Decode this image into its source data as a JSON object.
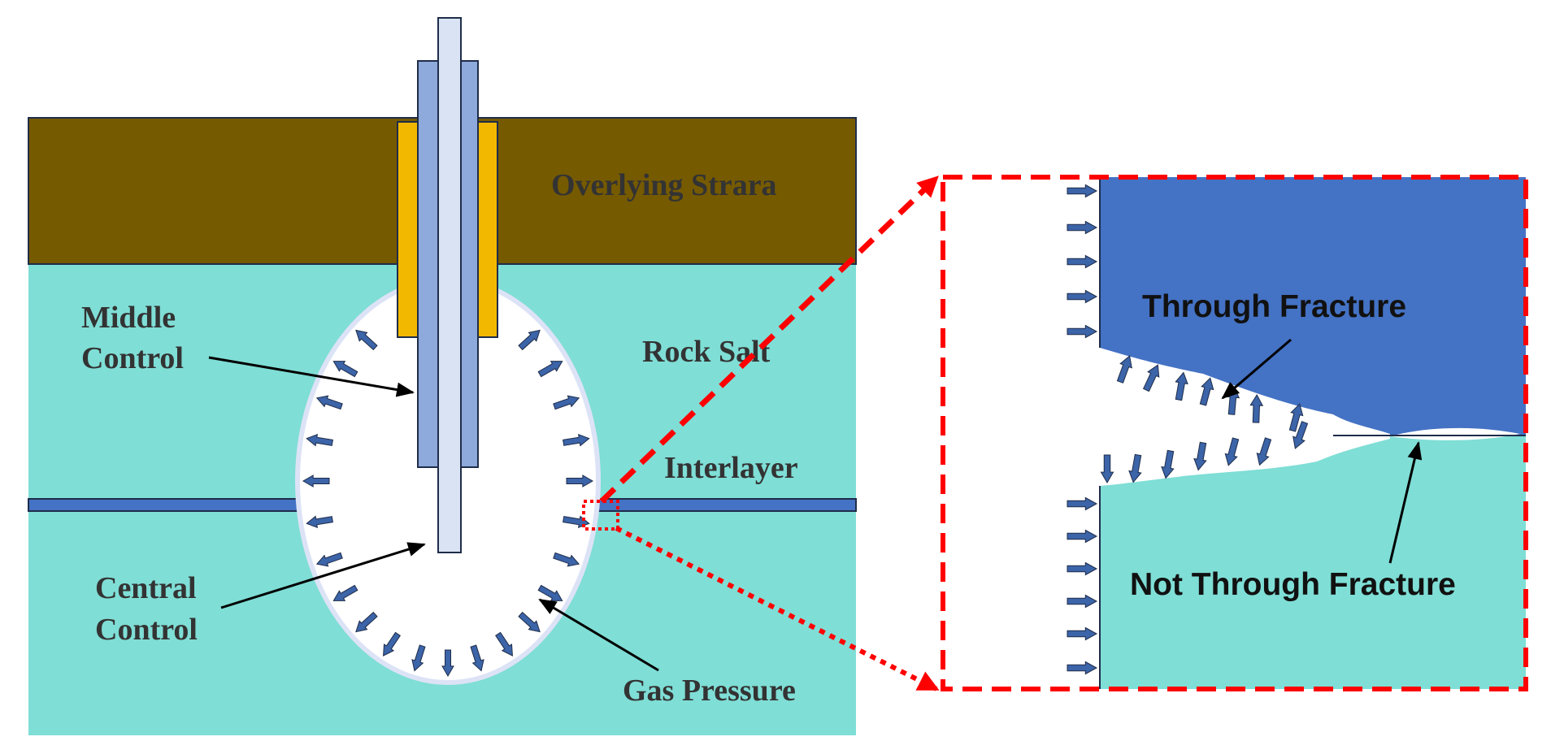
{
  "labels": {
    "overlying": "Overlying Strara",
    "rock_salt": "Rock Salt",
    "interlayer": "Interlayer",
    "middle_control_1": "Middle",
    "middle_control_2": "Control",
    "central_control_1": "Central",
    "central_control_2": "Control",
    "gas_pressure": "Gas Pressure",
    "through_fracture": "Through Fracture",
    "not_through_fracture": "Not Through Fracture"
  },
  "colors": {
    "overlying": "#765a00",
    "rock_salt": "#7fded6",
    "interlayer": "#4472c4",
    "casing_outer": "#f2b800",
    "tube_middle": "#8ea9db",
    "tube_central": "#dae3f3",
    "arrow": "#3c64a8",
    "zoom_box": "#ff0000",
    "inset_upper": "#4472c4",
    "inset_lower": "#7fded6"
  },
  "icons": {
    "gas_pressure_arrow": "arrow-icon"
  }
}
